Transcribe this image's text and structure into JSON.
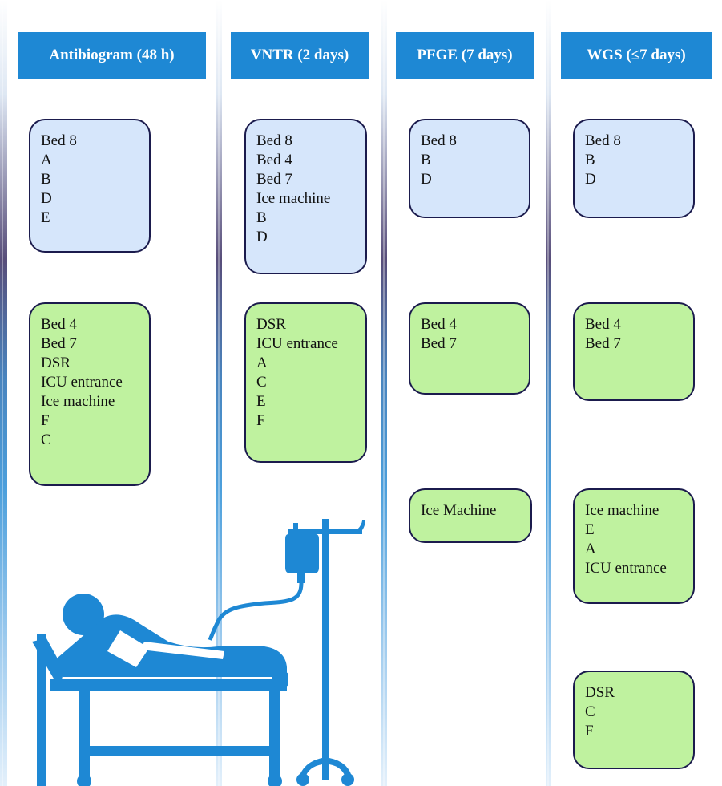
{
  "columns": [
    {
      "header": "Antibiogram (48 h)",
      "groups": [
        {
          "color": "blue",
          "items": [
            "Bed 8",
            "A",
            "B",
            "D",
            "E"
          ]
        },
        {
          "color": "green",
          "items": [
            "Bed 4",
            "Bed 7",
            "DSR",
            "ICU entrance",
            "Ice machine",
            "F",
            "C"
          ]
        }
      ]
    },
    {
      "header": "VNTR (2 days)",
      "groups": [
        {
          "color": "blue",
          "items": [
            "Bed 8",
            "Bed 4",
            "Bed 7",
            "Ice machine",
            "B",
            "D"
          ]
        },
        {
          "color": "green",
          "items": [
            "DSR",
            "ICU entrance",
            "A",
            "C",
            "E",
            "F"
          ]
        }
      ]
    },
    {
      "header": "PFGE (7 days)",
      "groups": [
        {
          "color": "blue",
          "items": [
            "Bed 8",
            "B",
            "D"
          ]
        },
        {
          "color": "green",
          "items": [
            "Bed 4",
            "Bed 7"
          ]
        },
        {
          "color": "green",
          "items": [
            "Ice Machine"
          ]
        }
      ]
    },
    {
      "header": "WGS (≤7 days)",
      "groups": [
        {
          "color": "blue",
          "items": [
            "Bed 8",
            "B",
            "D"
          ]
        },
        {
          "color": "green",
          "items": [
            "Bed 4",
            "Bed 7"
          ]
        },
        {
          "color": "green",
          "items": [
            "Ice machine",
            "E",
            "A",
            "ICU entrance"
          ]
        },
        {
          "color": "green",
          "items": [
            "DSR",
            "C",
            "F"
          ]
        }
      ]
    }
  ],
  "illustration": {
    "icon": "patient-in-hospital-bed-with-iv-drip-icon"
  },
  "colors": {
    "header": "#1e88d4",
    "blue_box": "#d6e6fb",
    "green_box": "#bff29f",
    "border": "#1b1b4d",
    "icon": "#1e88d4"
  }
}
